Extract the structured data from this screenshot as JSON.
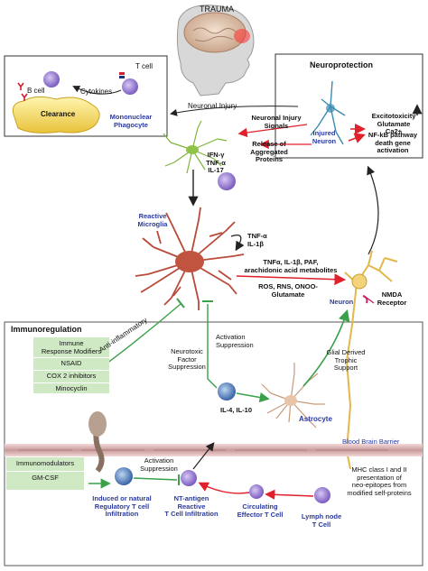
{
  "trauma": "TRAUMA",
  "neuroprotection": {
    "title": "Neuroprotection",
    "excitotoxicity": [
      "Excitotoxicity",
      "Glutamate",
      "Ca2+"
    ],
    "nfkb": [
      "NF-kB pathway",
      "death gene",
      "activation"
    ],
    "injured_neuron": [
      "Injured",
      "Neuron"
    ]
  },
  "clearance_box": {
    "t_cell": "T cell",
    "b_cell": "B cell",
    "cytokines": "Cytokines",
    "clearance": "Clearance",
    "phagocyte": [
      "Mononuclear",
      "Phagocyte"
    ]
  },
  "neuronal_injury": "Neuronal Injury",
  "neuronal_injury_signals": [
    "Neuronal Injury",
    "Signals"
  ],
  "release_aggregated": [
    "Release of",
    "Aggregated",
    "Proteins"
  ],
  "ifn_cytokines": [
    "IFN-γ",
    "TNF-α",
    "IL-17"
  ],
  "reactive_microglia": [
    "Reactive",
    "Microglia"
  ],
  "tnf_il1": [
    "TNF-α",
    "IL-1β"
  ],
  "mediators": [
    "TNFα, IL-1β, PAF,",
    "arachidonic acid metabolites"
  ],
  "ros": [
    "ROS, RNS, ONOO-",
    "Glutamate"
  ],
  "neuron": "Neuron",
  "nmda": [
    "NMDA",
    "Receptor"
  ],
  "immunoregulation": {
    "title": "Immunoregulation",
    "modifiers": [
      "Immune",
      "Response Modifiers",
      "NSAID",
      "COX 2 inhibitors",
      "Minocyclin"
    ],
    "anti_inflammatory": "Anti-inflammatory",
    "neurotoxic": [
      "Neurotoxic",
      "Factor",
      "Suppression"
    ],
    "activation_suppression": [
      "Activation",
      "Suppression"
    ],
    "glial_support": [
      "Glial Derived",
      "Trophic",
      "Support"
    ],
    "il4": "IL-4, IL-10",
    "astrocyte": "Astrocyte",
    "bbb": "Blood Brain Barrier",
    "immunomodulators": "Immunomodulators",
    "gmcsf": "GM-CSF",
    "activation_suppression_2": [
      "Activation",
      "Suppression"
    ],
    "treg": [
      "Induced or natural",
      "Regulatory T cell",
      "Infiltration"
    ],
    "nt_antigen": [
      "NT-antigen",
      "Reactive",
      "T Cell Infiltration"
    ],
    "circulating": [
      "Circulating",
      "Effector T Cell"
    ],
    "mhc": [
      "MHC class I and II",
      "presentation of",
      "neo-epitopes from",
      "modified self-proteins"
    ],
    "lymph": [
      "Lymph node",
      "T Cell"
    ]
  },
  "colors": {
    "label_blue": "#2a3a9e",
    "arrow_red": "#e0202a",
    "arrow_green": "#3aa04a",
    "cell_purple": "#8a6cc8",
    "microglia_red": "#b84a3a",
    "green_box": "#cfe9c4"
  }
}
